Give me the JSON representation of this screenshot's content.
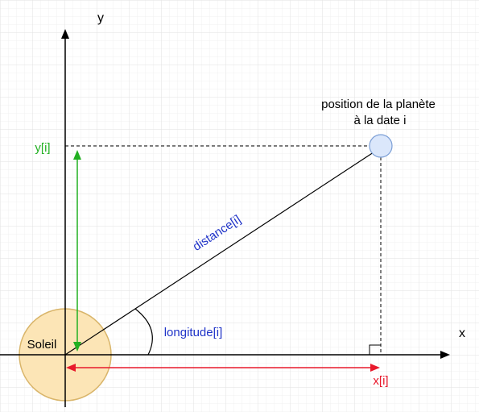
{
  "labels": {
    "y_axis": "y",
    "x_axis": "x",
    "sun": "Soleil",
    "planet_line1": "position de la planète",
    "planet_line2": "à la date i",
    "y_value": "y[i]",
    "x_value": "x[i]",
    "distance": "distance[i]",
    "longitude": "longitude[i]"
  },
  "colors": {
    "grid": "#e8e8e8",
    "axis": "#000000",
    "sun_fill": "#fce5b6",
    "sun_stroke": "#d9b56a",
    "planet_fill": "#dbe7fb",
    "planet_stroke": "#7c9fd6",
    "green": "#22b022",
    "red": "#e8192c",
    "blue_text": "#1f33c8",
    "text": "#000000"
  }
}
